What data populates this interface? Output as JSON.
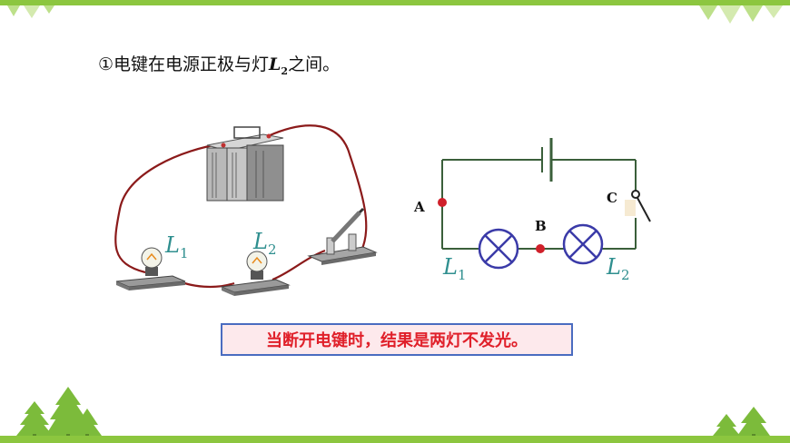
{
  "heading": {
    "prefix": "①电键在电源正极与灯",
    "lamp_letter": "L",
    "lamp_sub": "2",
    "suffix": "之间。"
  },
  "photo_labels": {
    "l1": {
      "letter": "L",
      "sub": "1"
    },
    "l2": {
      "letter": "L",
      "sub": "2"
    }
  },
  "diagram": {
    "point_a": "A",
    "point_b": "B",
    "point_c": "C",
    "l1": {
      "letter": "L",
      "sub": "1"
    },
    "l2": {
      "letter": "L",
      "sub": "2"
    }
  },
  "result_text": "当断开电键时，结果是两灯不发光。",
  "colors": {
    "accent_green": "#8cc63f",
    "wire_green": "#3a5f3a",
    "lamp_blue": "#3a3aa8",
    "label_teal": "#2f8f8f",
    "result_red": "#e0202a",
    "box_border": "#4a6cc0",
    "box_fill": "#fde9ec",
    "point_red": "#d0202a"
  },
  "icons": [
    "tree-icon",
    "triangle-decoration",
    "battery-icon",
    "bulb-icon",
    "knife-switch-icon",
    "lamp-symbol-icon"
  ]
}
